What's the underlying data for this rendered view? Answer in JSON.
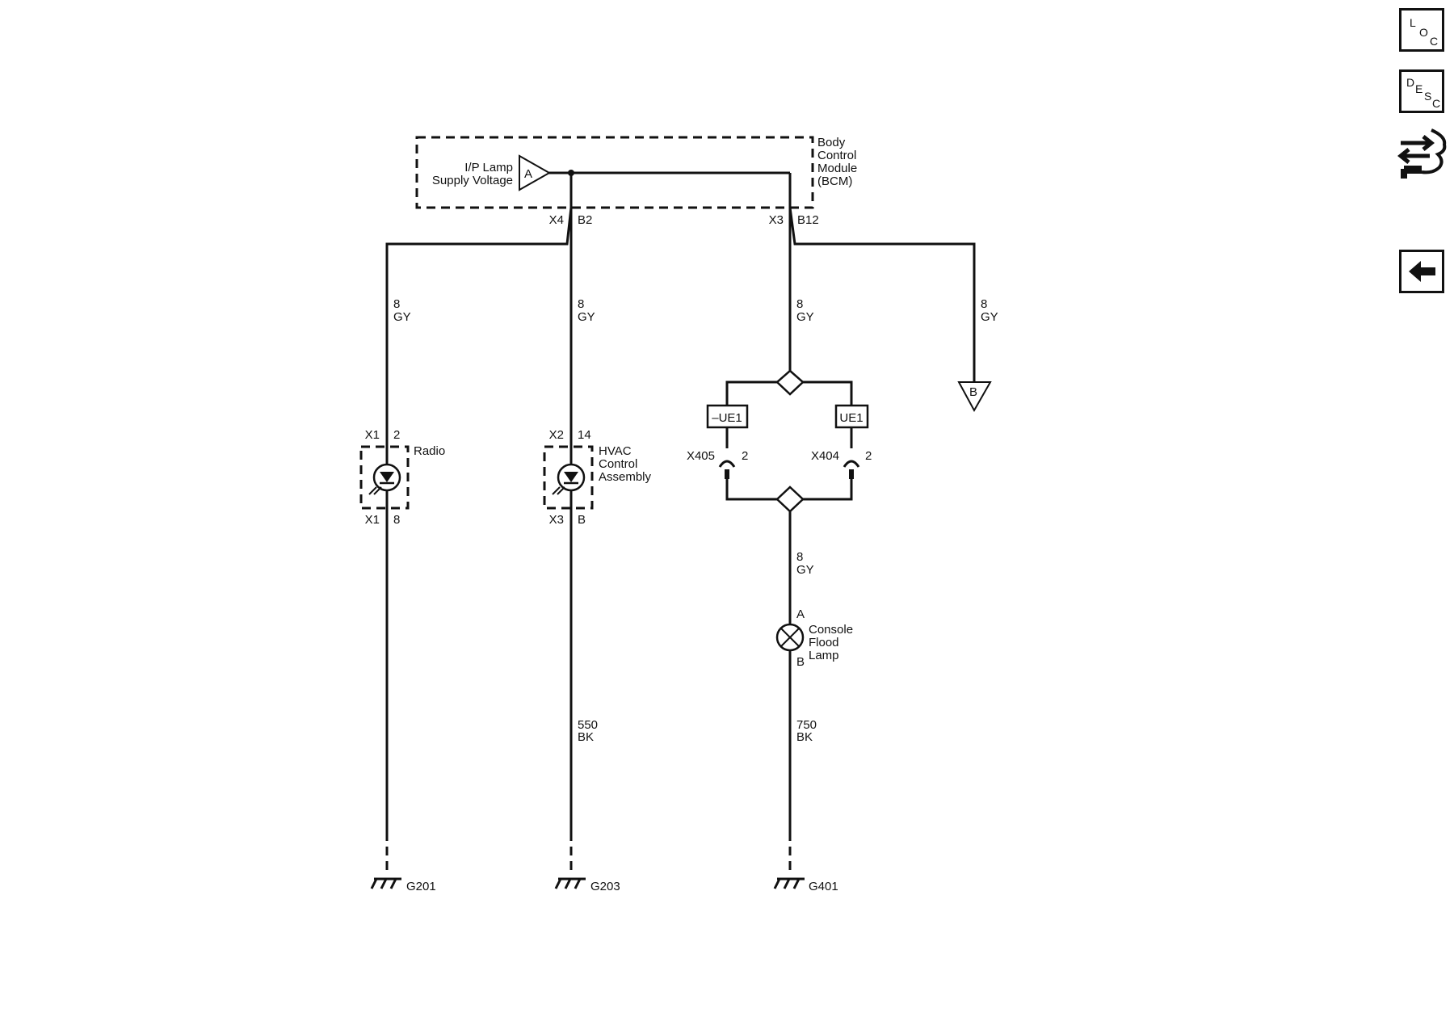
{
  "module": {
    "name_lines": [
      "Body",
      "Control",
      "Module",
      "(BCM)"
    ],
    "supply_lines": [
      "I/P Lamp",
      "Supply Voltage"
    ],
    "supply_pin": "A"
  },
  "connectors_top": {
    "left_conn": "X4",
    "left_pin": "B2",
    "right_conn": "X3",
    "right_pin": "B12"
  },
  "wires": {
    "w1": {
      "size": "8",
      "color": "GY"
    },
    "w2": {
      "size": "8",
      "color": "GY"
    },
    "w3": {
      "size": "8",
      "color": "GY"
    },
    "w4": {
      "size": "8",
      "color": "GY"
    },
    "w5": {
      "size": "8",
      "color": "GY"
    },
    "w6": {
      "size": "550",
      "color": "BK"
    },
    "w7": {
      "size": "750",
      "color": "BK"
    }
  },
  "offpage": {
    "ref": "B"
  },
  "radio": {
    "label": "Radio",
    "top_conn": "X1",
    "top_pin": "2",
    "bot_conn": "X1",
    "bot_pin": "8"
  },
  "hvac": {
    "label_lines": [
      "HVAC",
      "Control",
      "Assembly"
    ],
    "top_conn": "X2",
    "top_pin": "14",
    "bot_conn": "X3",
    "bot_pin": "B"
  },
  "options": {
    "left": "–UE1",
    "right": "UE1"
  },
  "inline": {
    "left_conn": "X405",
    "left_pin": "2",
    "right_conn": "X404",
    "right_pin": "2"
  },
  "lamp": {
    "label_lines": [
      "Console",
      "Flood",
      "Lamp"
    ],
    "pin_a": "A",
    "pin_b": "B"
  },
  "grounds": {
    "g1": "G201",
    "g2": "G203",
    "g3": "G401"
  },
  "sidebar": {
    "loc": [
      "L",
      "O",
      "C"
    ],
    "desc": [
      "D",
      "E",
      "S",
      "C"
    ]
  }
}
